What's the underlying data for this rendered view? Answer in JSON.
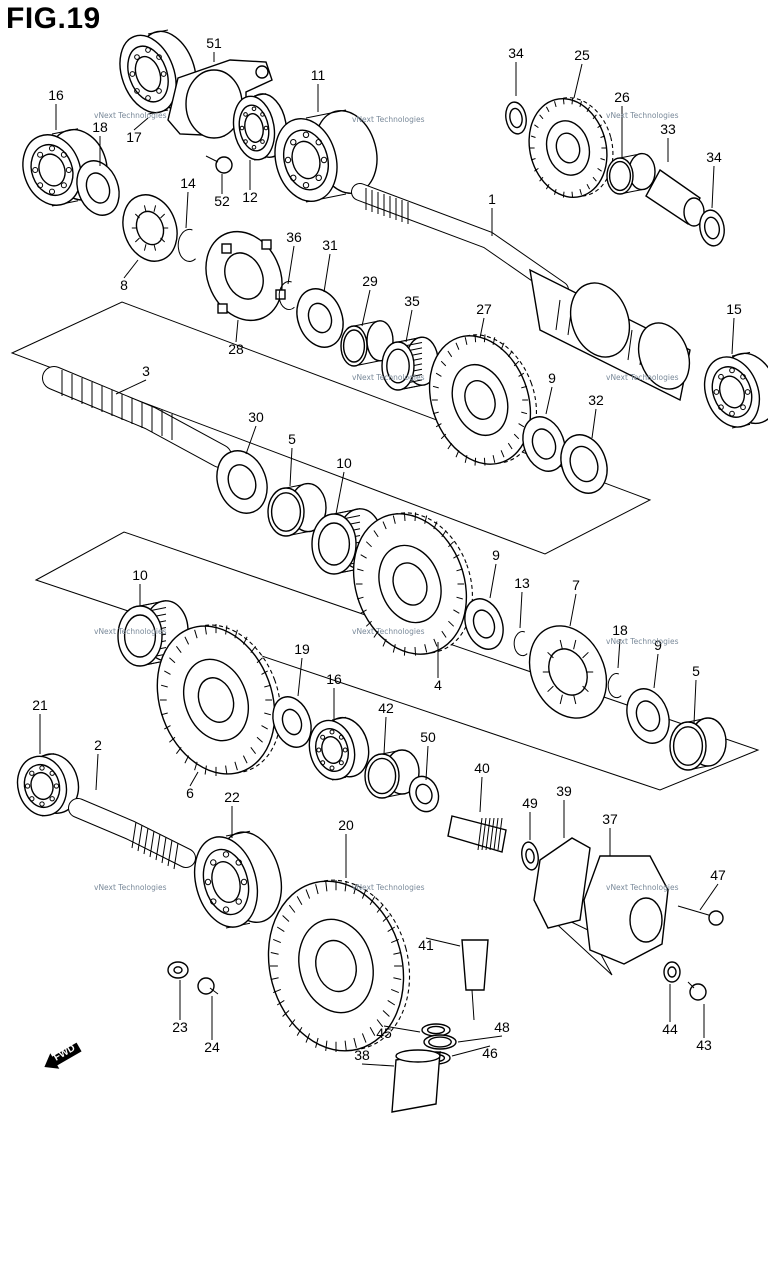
{
  "figure_title": "FIG.19",
  "watermark": "vNext Technologies",
  "fwd_label": "FWD",
  "callouts": [
    "51",
    "16",
    "18",
    "17",
    "11",
    "52",
    "12",
    "14",
    "8",
    "36",
    "31",
    "28",
    "29",
    "35",
    "27",
    "34",
    "25",
    "26",
    "33",
    "34",
    "1",
    "15",
    "3",
    "30",
    "5",
    "10",
    "9",
    "32",
    "10",
    "9",
    "13",
    "7",
    "18",
    "9",
    "5",
    "4",
    "21",
    "2",
    "6",
    "19",
    "16",
    "42",
    "50",
    "40",
    "49",
    "39",
    "37",
    "47",
    "22",
    "20",
    "41",
    "23",
    "24",
    "45",
    "48",
    "38",
    "46",
    "44",
    "43"
  ]
}
